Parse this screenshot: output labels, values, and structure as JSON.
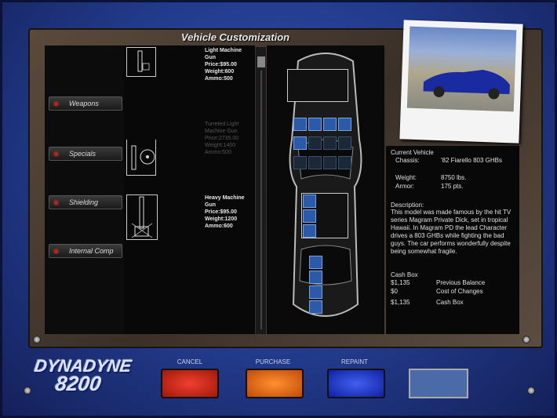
{
  "title": "Vehicle Customization",
  "categories": [
    {
      "label": "Weapons"
    },
    {
      "label": "Specials"
    },
    {
      "label": "Shielding"
    },
    {
      "label": "Internal Comp"
    }
  ],
  "items": [
    {
      "name1": "Light Machine",
      "name2": "Gun",
      "price": "Price:$95.00",
      "weight": "Weight:600",
      "ammo": "Ammo:500",
      "icon": "light-machine-gun-icon"
    },
    {
      "name1": "Turreted Light",
      "name2": "Machine Gun",
      "price": "Price:2735.00",
      "weight": "Weight:1400",
      "ammo": "Ammo:500",
      "icon": "turreted-gun-icon"
    },
    {
      "name1": "Heavy Machine",
      "name2": "Gun",
      "price": "Price:$95.00",
      "weight": "Weight:1200",
      "ammo": "Ammo:600",
      "icon": "heavy-machine-gun-icon"
    }
  ],
  "vehicle": {
    "header": "Current Vehicle",
    "chassis_label": "Chassis:",
    "chassis": "'82 Fiarello 803 GHBs",
    "weight_label": "Weight:",
    "weight": "8750 lbs.",
    "armor_label": "Armor:",
    "armor": "175 pts.",
    "desc_label": "Description:",
    "description": "This model was made famous by the hit TV series Magram Private Dick, set in tropical Hawaii.  In Magram PD the lead Character drives a 803 GHBs while fighting the bad guys.  The car performs wonderfully despite being somewhat fragile."
  },
  "cash": {
    "header": "Cash Box",
    "rows": [
      {
        "amount": "$1,135",
        "label": "Previous Balance"
      },
      {
        "amount": "$0",
        "label": "Cost of Changes"
      },
      {
        "amount": "$1,135",
        "label": "Cash Box"
      }
    ]
  },
  "buttons": {
    "cancel": "CANCEL",
    "purchase": "PURCHASE",
    "repaint": "REPAINT"
  },
  "logo": {
    "line1": "DYNADYNE",
    "line2": "8200"
  },
  "colors": {
    "cancel": "#d02818",
    "purchase": "#e86a10",
    "repaint": "#2040c0",
    "slot": "#2a5aa8"
  }
}
